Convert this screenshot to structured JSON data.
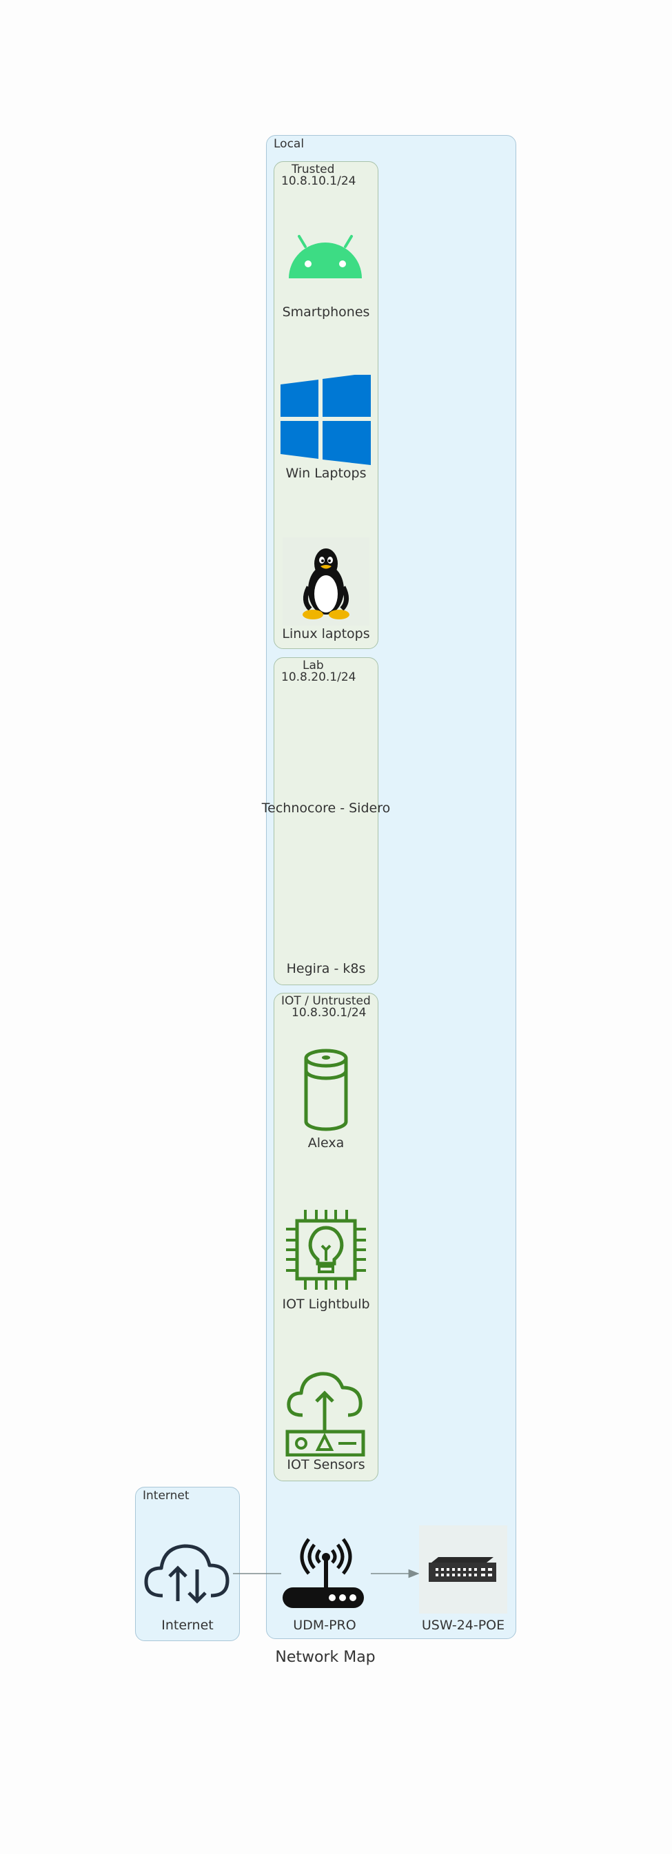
{
  "clusters": {
    "local": {
      "label": "Local"
    },
    "trusted": {
      "label": "Trusted",
      "subnet": "10.8.10.1/24"
    },
    "lab": {
      "label": "Lab",
      "subnet": "10.8.20.1/24"
    },
    "iot": {
      "label": "IOT / Untrusted",
      "subnet": "10.8.30.1/24"
    },
    "internet": {
      "label": "Internet"
    }
  },
  "nodes": {
    "smartphones": {
      "label": "Smartphones",
      "icon": "android-icon"
    },
    "win_laptops": {
      "label": "Win Laptops",
      "icon": "windows-icon"
    },
    "linux_laptops": {
      "label": "Linux laptops",
      "icon": "linux-tux-icon"
    },
    "technocore": {
      "label": "Technocore - Sidero"
    },
    "hegira": {
      "label": "Hegira - k8s"
    },
    "alexa": {
      "label": "Alexa",
      "icon": "smart-speaker-icon"
    },
    "iot_lightbulb": {
      "label": "IOT Lightbulb",
      "icon": "lightbulb-chip-icon"
    },
    "iot_sensors": {
      "label": "IOT Sensors",
      "icon": "cloud-upload-device-icon"
    },
    "internet": {
      "label": "Internet",
      "icon": "cloud-sync-icon"
    },
    "udm_pro": {
      "label": "UDM-PRO",
      "icon": "wifi-router-icon"
    },
    "usw": {
      "label": "USW-24-POE",
      "icon": "network-switch-icon"
    }
  },
  "caption": "Network Map",
  "colors": {
    "android": "#3ddc84",
    "windows": "#0078d4",
    "iot_green": "#3f8624",
    "internet_dark": "#232f3e",
    "edge": "#7f8c8d"
  }
}
